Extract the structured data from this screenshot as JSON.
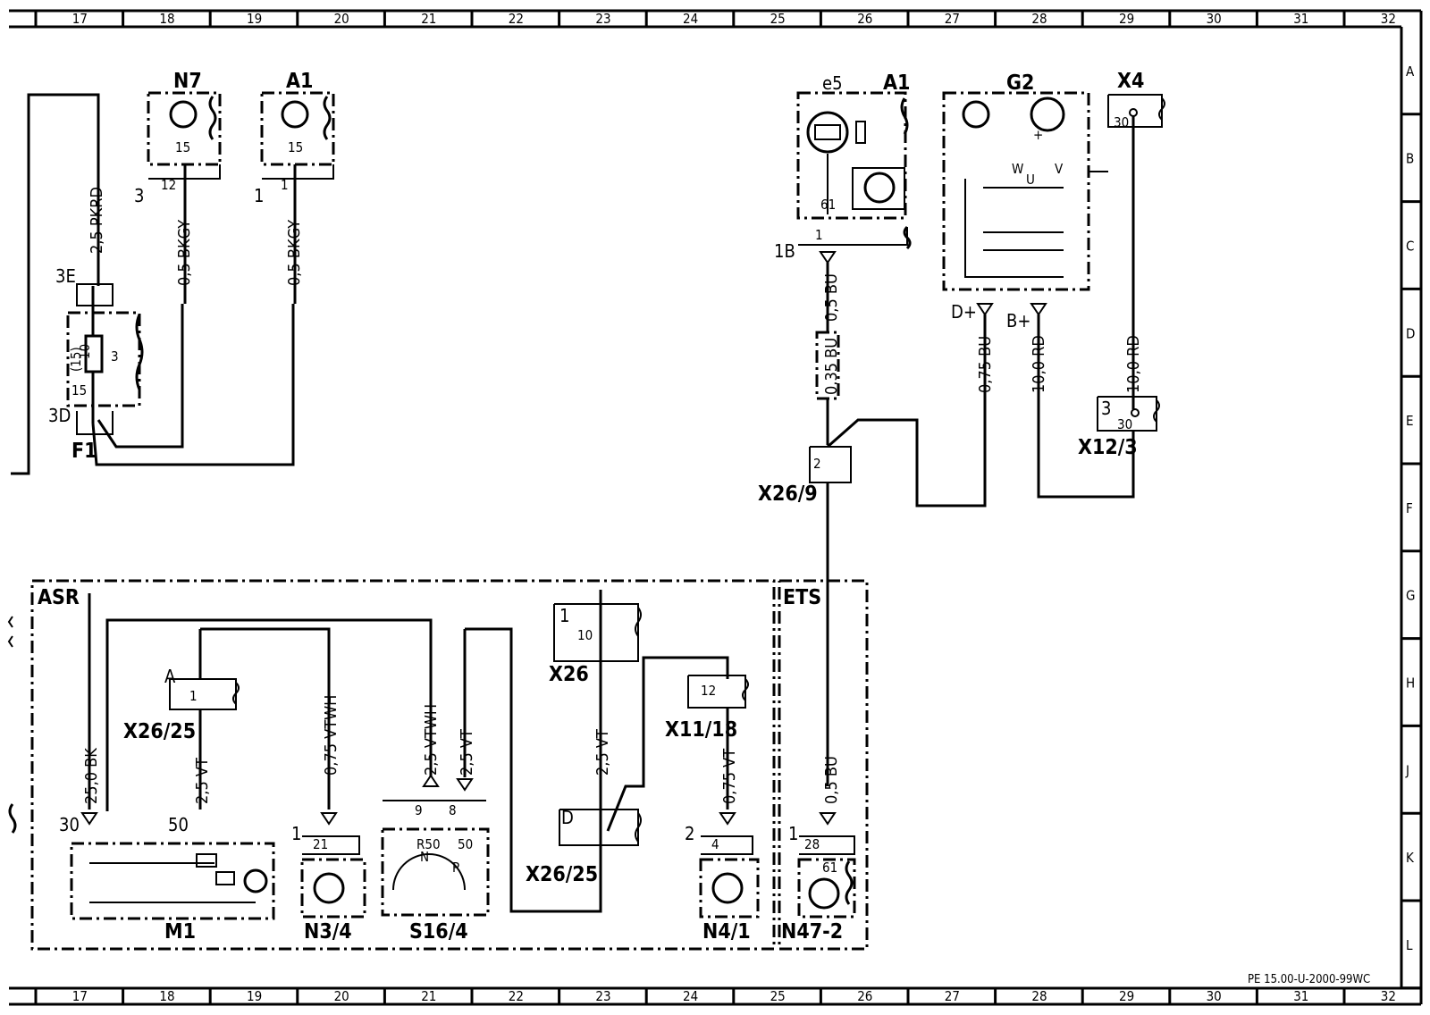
{
  "grid": {
    "columns": [
      "17",
      "18",
      "19",
      "20",
      "21",
      "22",
      "23",
      "24",
      "25",
      "26",
      "27",
      "28",
      "29",
      "30",
      "31",
      "32"
    ],
    "rows": [
      "A",
      "B",
      "C",
      "D",
      "E",
      "F",
      "G",
      "H",
      "J",
      "K",
      "L"
    ]
  },
  "components": {
    "n7": "N7",
    "a1_top": "A1",
    "f1": "F1",
    "f1_3e": "3E",
    "f1_3d": "3D",
    "e5": "e5",
    "a1_right": "A1",
    "g2": "G2",
    "x4": "X4",
    "x12_3": "X12/3",
    "x26_9": "X26/9",
    "asr": "ASR",
    "ets": "ETS",
    "x26_25_a": "X26/25",
    "x26_25_b": "X26/25",
    "x26": "X26",
    "x11_18": "X11/18",
    "m1": "M1",
    "n3_4": "N3/4",
    "s16_4": "S16/4",
    "n4_1": "N4/1",
    "n47_2": "N47-2"
  },
  "wires": {
    "pkrd": "2,5 PKRD",
    "bkgy1": "0,5 BKGY",
    "bkgy2": "0,5 BKGY",
    "bu_05_top": "0,5 BU",
    "bu_035": "0,35 BU",
    "bu_075": "0,75 BU",
    "rd_10_a": "10,0 RD",
    "rd_10_b": "10,0 RD",
    "bk_25": "25,0 BK",
    "vt_25_a": "2,5 VT",
    "vtwh_075": "0,75 VTWH",
    "vtwh_25": "2,5 VTWH",
    "vt_25_b": "2,5 VT",
    "vt_25_c": "2,5 VT",
    "vt_075": "0,75 VT",
    "bu_05_bot": "0,5 BU"
  },
  "pins": {
    "n7_15": "15",
    "n7_12": "12",
    "n7_3": "3",
    "a1_15": "15",
    "a1_1": "1",
    "a1_1b": "1",
    "f1_10": "10",
    "f1_15p": "(15)",
    "f1_3": "3",
    "f1_15": "15",
    "a1r_61": "61",
    "a1r_1": "1",
    "a1r_1b": "1B",
    "g2_w": "W",
    "g2_u": "U",
    "g2_v": "V",
    "g2_plus": "+",
    "g2_dplus": "D+",
    "g2_bplus": "B+",
    "x4_30": "30",
    "x12_3": "3",
    "x12_30": "30",
    "x26_9_2": "2",
    "x26_25_a_A": "A",
    "x26_25_a_1": "1",
    "x26_1": "1",
    "x26_10": "10",
    "x11_12": "12",
    "m1_30": "30",
    "m1_50": "50",
    "n34_1": "1",
    "n34_21": "21",
    "s16_9": "9",
    "s16_8": "8",
    "s16_50": "50",
    "s16_r50": "R50",
    "s16_n": "N",
    "s16_p": "P",
    "x26_25_b_D": "D",
    "n41_2": "2",
    "n41_4": "4",
    "n47_1": "1",
    "n47_28": "28",
    "n47_61": "61"
  },
  "footer": {
    "code": "PE 15.00-U-2000-99WC"
  }
}
